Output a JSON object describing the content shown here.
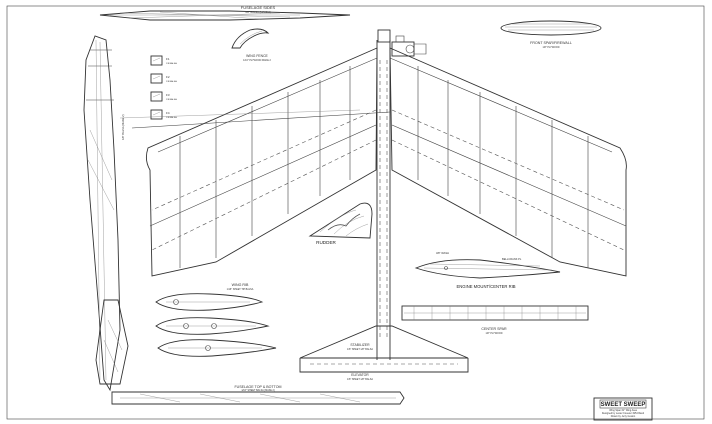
{
  "title_block": {
    "title": "SWEET SWEEP",
    "line1": "Wing Span 61\"  Wing Area",
    "line2": "Designed by Lester Coueter 1954 Rand",
    "line3": "Drawn by Jerry Guston"
  },
  "labels": {
    "fuselage_sides": "FUSELAGE SIDES",
    "fuselage_sides_sub": "1/8\" BALSA (MAKE 2)",
    "wing_fence": "WING FENCE",
    "wing_fence_sub": "1/16\" PLYWOOD MAKE 2",
    "front_spar": "FRONT SPAR/FIREWALL",
    "front_spar_sub": "1/8\" PLYWOOD",
    "f1": "F1",
    "f2": "F2",
    "f3": "F3",
    "f4": "F4",
    "f_sub": "1/8 BALSA",
    "rudder": "RUDDER",
    "engine_mount": "ENGINE MOUNT/CENTER RIB",
    "engine_note1": "3/8\" WASH",
    "engine_note2": "BELLCRANK PL",
    "center_spar": "CENTER SPAR",
    "center_spar_sub": "1/8\" PLYWOOD",
    "wing_rib": "WING RIB",
    "wing_rib_sub": "1/16\" SHEET TIP BALSA",
    "stabilizer": "STABILIZER",
    "elevator": "ELEVATOR",
    "stab_sub": "1/8\" SHEET 1/8\" BALSA",
    "fuselage_top": "FUSELAGE TOP & BOTTOM",
    "fuselage_top_sub": "1/16\" SHEET BALSA (MAKE 2)"
  }
}
